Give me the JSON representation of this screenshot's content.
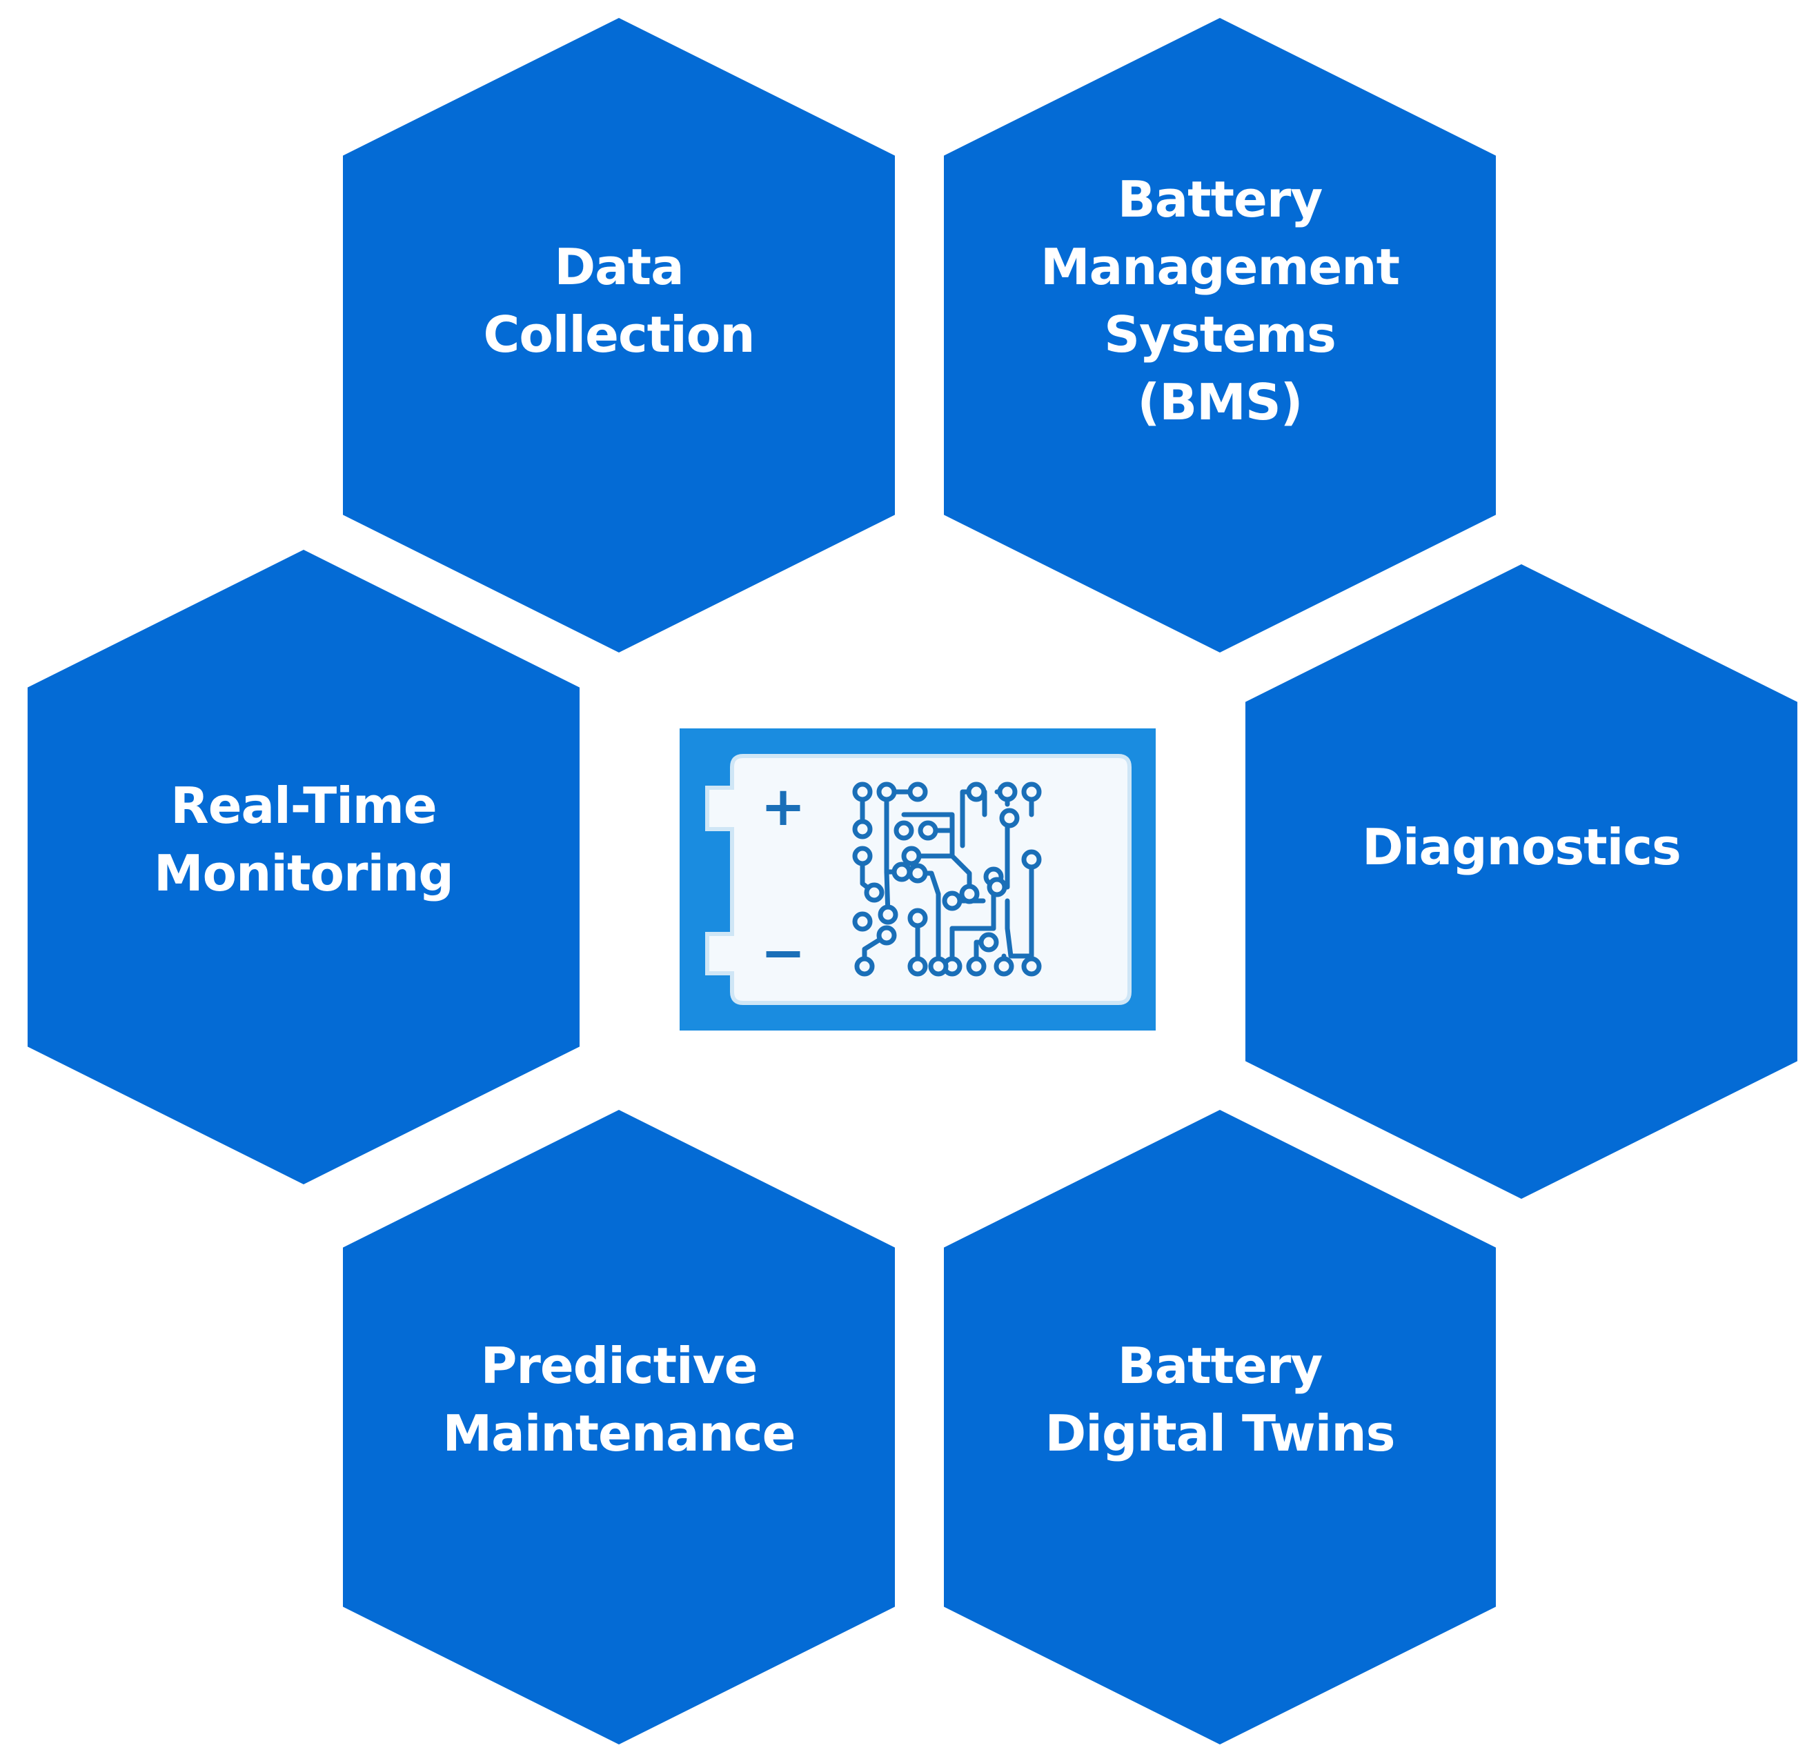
{
  "diagram": {
    "hex_color": "#046bd5",
    "text_color": "#ffffff",
    "nodes": {
      "data_collection": "Data\nCollection",
      "bms": "Battery\nManagement\nSystems\n(BMS)",
      "realtime": "Real-Time\nMonitoring",
      "diagnostics": "Diagnostics",
      "predictive": "Predictive\nMaintenance",
      "twins": "Battery\nDigital Twins"
    },
    "center_icon": {
      "name": "battery-circuit-icon",
      "plus": "+",
      "minus": "−",
      "frame_color": "#1a8ce0",
      "trace_color": "#1a6fb8"
    }
  }
}
